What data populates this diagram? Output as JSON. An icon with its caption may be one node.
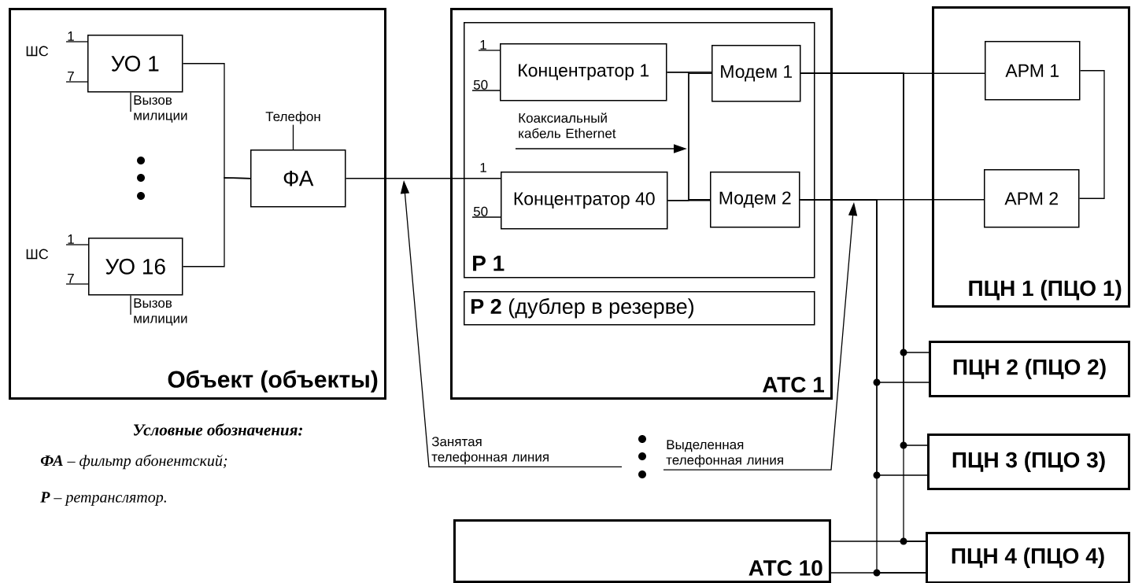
{
  "diagram": {
    "nodes": [
      {
        "text": [
          "Объект (объекты)"
        ]
      },
      {
        "text": [
          "УО 1"
        ],
        "in": 0
      },
      {
        "text": [
          "УО 16"
        ],
        "in": 0
      },
      {
        "text": [
          "ФА"
        ],
        "in": 0
      },
      {
        "text": [
          "Телефон"
        ],
        "in": 0
      },
      {
        "text": [
          "АТС 1"
        ]
      },
      {
        "text": [
          "Р 1"
        ],
        "in": 5
      },
      {
        "text": [
          "Концентратор 1"
        ],
        "in": 6
      },
      {
        "text": [
          "Концентратор 40"
        ],
        "in": 6
      },
      {
        "text": [
          "Модем 1"
        ],
        "in": 6
      },
      {
        "text": [
          "Модем 2"
        ],
        "in": 6
      },
      {
        "text": [
          "Коаксиальный кабель Ethernet"
        ],
        "in": 6
      },
      {
        "text": [
          "**Р 2** (дублер в резерве)"
        ],
        "in": 5
      },
      {
        "text": [
          "ПЦН 1 (ПЦО 1)"
        ]
      },
      {
        "text": [
          "АРМ 1"
        ],
        "in": 13
      },
      {
        "text": [
          "АРМ 2"
        ],
        "in": 13
      },
      {
        "text": [
          "ПЦН 2 (ПЦО 2)"
        ]
      },
      {
        "text": [
          "ПЦН 3 (ПЦО 3)"
        ]
      },
      {
        "text": [
          "ПЦН 4 (ПЦО 4)"
        ]
      },
      {
        "text": [
          "Занятая телефонная линия"
        ]
      },
      {
        "text": [
          "Выделенная телефонная линия"
        ]
      },
      {
        "text": [
          "АТС 10"
        ]
      },
      {
        "text": [
          "1"
        ],
        "in": 0
      },
      {
        "text": [
          "7"
        ],
        "in": 0
      },
      {
        "text": [
          "Вызов милиции"
        ],
        "in": 0
      },
      {
        "text": [
          "1"
        ],
        "in": 0
      },
      {
        "text": [
          "7"
        ],
        "in": 0
      },
      {
        "text": [
          "Вызов милиции"
        ],
        "in": 0
      },
      {
        "text": [
          "1"
        ],
        "in": 6
      },
      {
        "text": [
          "50"
        ],
        "in": 6
      },
      {
        "text": [
          "50"
        ],
        "in": 6
      }
    ],
    "edges": [
      {
        "from": 1,
        "to": 3,
        "arrow": "none"
      },
      {
        "from": 2,
        "to": 3,
        "arrow": "none"
      },
      {
        "from": 4,
        "to": 3,
        "arrow": "none"
      },
      {
        "from": 3,
        "to": 8,
        "arrow": "none"
      },
      {
        "from": 7,
        "to": 9,
        "arrow": "none"
      },
      {
        "from": 7,
        "to": 10,
        "arrow": "none"
      },
      {
        "from": 8,
        "to": 9,
        "arrow": "none"
      },
      {
        "from": 8,
        "to": 10,
        "arrow": "none"
      },
      {
        "from": 9,
        "to": 14,
        "arrow": "none"
      },
      {
        "from": 10,
        "to": 15,
        "arrow": "none"
      },
      {
        "from": 14,
        "to": 15,
        "arrow": "none"
      },
      {
        "from": 9,
        "to": 16,
        "arrow": "none"
      },
      {
        "from": 9,
        "to": 17,
        "arrow": "none"
      },
      {
        "from": 9,
        "to": 18,
        "arrow": "none"
      },
      {
        "from": 10,
        "to": 16,
        "arrow": "none"
      },
      {
        "from": 10,
        "to": 17,
        "arrow": "none"
      },
      {
        "from": 10,
        "to": 18,
        "arrow": "none"
      },
      {
        "from": 21,
        "to": 18,
        "arrow": "none"
      },
      {
        "from": 21,
        "to": 18,
        "arrow": "none"
      },
      {
        "from": 11,
        "to": null,
        "arrow": "to"
      },
      {
        "from": 19,
        "to": null,
        "arrow": "to"
      },
      {
        "from": 20,
        "to": null,
        "arrow": "to"
      },
      {
        "from": 22,
        "to": 1,
        "arrow": "none"
      },
      {
        "from": 23,
        "to": 1,
        "arrow": "none"
      },
      {
        "from": 24,
        "to": 1,
        "arrow": "none"
      },
      {
        "from": 25,
        "to": 2,
        "arrow": "none"
      },
      {
        "from": 26,
        "to": 2,
        "arrow": "none"
      },
      {
        "from": 27,
        "to": 2,
        "arrow": "none"
      },
      {
        "from": 28,
        "to": 7,
        "arrow": "none"
      },
      {
        "from": 29,
        "to": 7,
        "arrow": "none"
      },
      {
        "from": 30,
        "to": 8,
        "arrow": "none"
      }
    ],
    "labels": [
      "ШС",
      "1",
      "ШС",
      "Условные обозначения:",
      "**ФА** – фильтр абонентский;",
      "**Р** – ретранслятор."
    ]
  }
}
